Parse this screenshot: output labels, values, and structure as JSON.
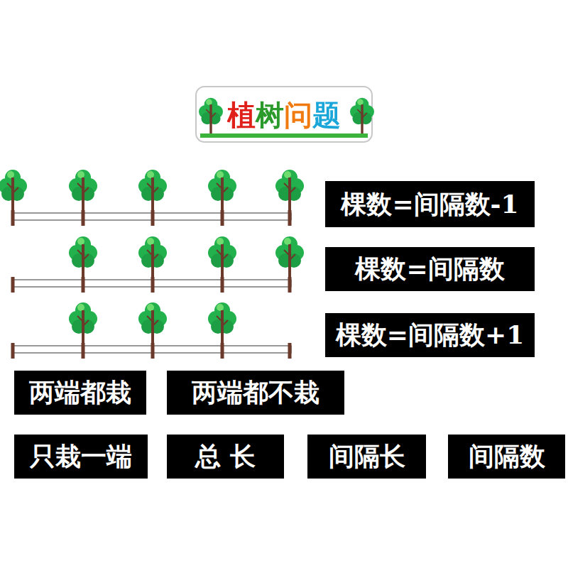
{
  "diagram": {
    "title": "植树问题",
    "nodes": [
      {
        "text": [
          "棵数=间隔数-1"
        ]
      },
      {
        "text": [
          "棵数=间隔数"
        ]
      },
      {
        "text": [
          "棵数=间隔数+1"
        ]
      },
      {
        "text": [
          "两端都栽"
        ]
      },
      {
        "text": [
          "两端都不栽"
        ]
      },
      {
        "text": [
          "只栽一端"
        ]
      },
      {
        "text": [
          "总 长"
        ]
      },
      {
        "text": [
          "间隔长"
        ]
      },
      {
        "text": [
          "间隔数"
        ]
      }
    ]
  }
}
